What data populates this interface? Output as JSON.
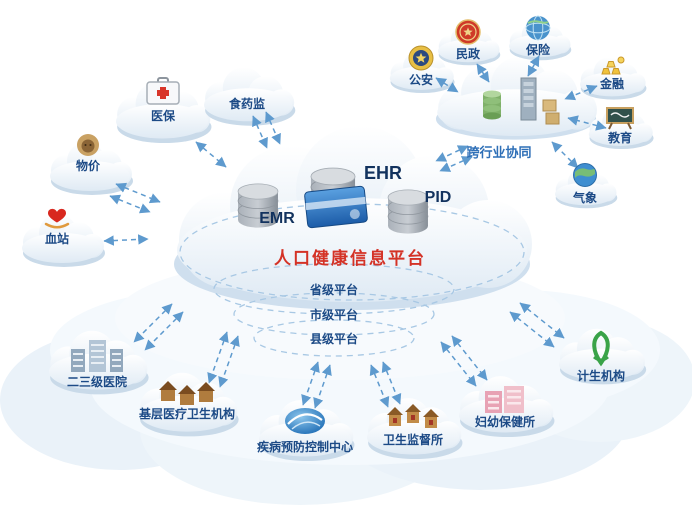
{
  "center": {
    "title": "人口健康信息平台",
    "emr": "EMR",
    "ehr": "EHR",
    "pid": "PID",
    "levels": [
      "省级平台",
      "市级平台",
      "县级平台"
    ]
  },
  "nodes": {
    "medical_insurance": {
      "label": "医保"
    },
    "food_drug": {
      "label": "食药监"
    },
    "pricing": {
      "label": "物价"
    },
    "blood_station": {
      "label": "血站"
    },
    "public_security": {
      "label": "公安"
    },
    "civil_affairs": {
      "label": "民政"
    },
    "insurance": {
      "label": "保险"
    },
    "finance": {
      "label": "金融"
    },
    "education": {
      "label": "教育"
    },
    "meteorology": {
      "label": "气象"
    },
    "cross_industry": {
      "label": "跨行业协同"
    },
    "tier_hospitals": {
      "label": "二三级医院"
    },
    "primary_care": {
      "label": "基层医疗卫生机构"
    },
    "cdc": {
      "label": "疾病预防控制中心"
    },
    "health_supervision": {
      "label": "卫生监督所"
    },
    "maternal_child": {
      "label": "妇幼保健所"
    },
    "family_planning": {
      "label": "计生机构"
    }
  },
  "colors": {
    "title_red": "#d43226",
    "label_navy": "#1c4a86",
    "cross_blue": "#2e6fb7",
    "arrow_blue": "#5e9ace"
  }
}
